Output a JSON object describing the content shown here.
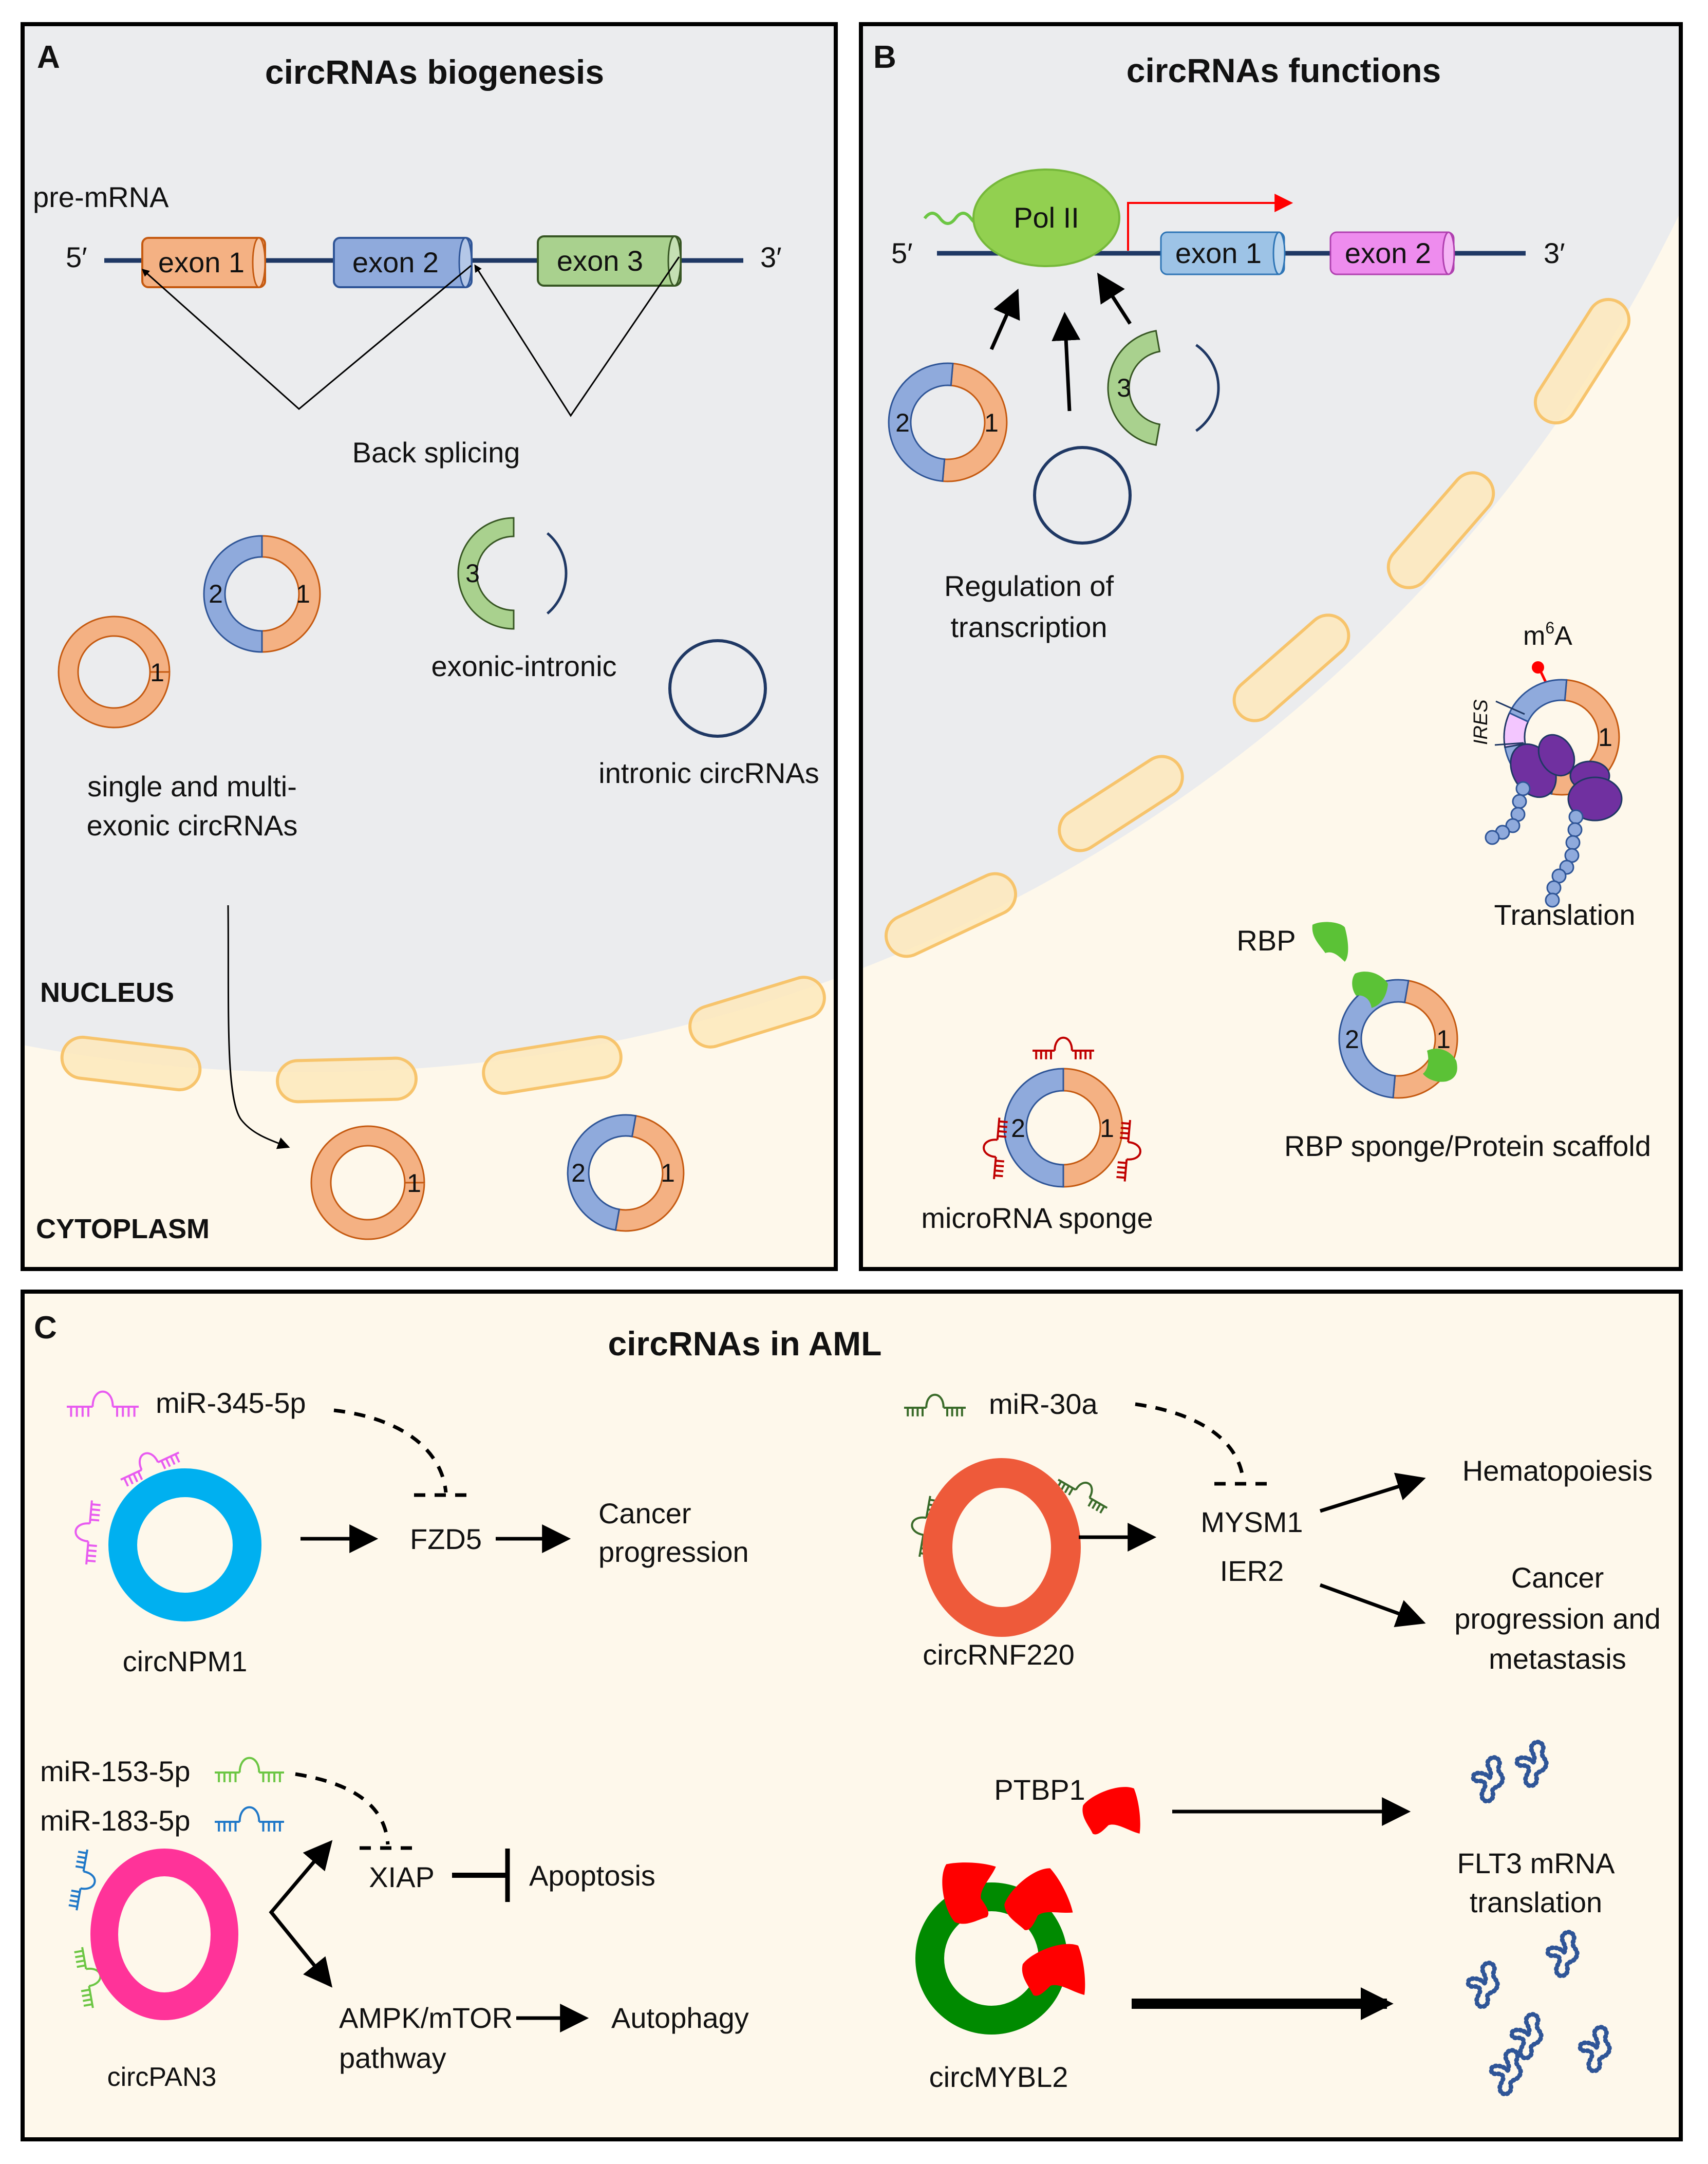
{
  "colors": {
    "nucleus": "#EBECEE",
    "cytoplasm": "#FEF8EB",
    "exon1": "#F4B183",
    "exon1_stroke": "#C55A11",
    "exon2": "#8FAADC",
    "exon2_stroke": "#2F5597",
    "exon3": "#A9D18E",
    "exon3_stroke": "#375623",
    "intron": "#1F3864",
    "membrane_fill": "#FDE9BE",
    "membrane_stroke": "#F7C46C",
    "pol2": "#92D050",
    "b_exon1": "#9DC3E6",
    "b_exon2": "#EE8CEE",
    "mirna_red": "#C00000",
    "rbp_green": "#5BC236",
    "ribosome": "#7030A0",
    "ires": "#F3C6FF",
    "peptide": "#8FAADC",
    "m6a_red": "#FF0000",
    "circNPM1": "#00B0F0",
    "circRNF220": "#EE5A3A",
    "circPAN3": "#FF3399",
    "circMYBL2": "#008A00",
    "ptbp1": "#FF0000",
    "mir345": "#E85BF0",
    "mir30a": "#3A6B2A",
    "mir153": "#6CC644",
    "mir183": "#1F78C8",
    "flt3_protein": "#2F5597"
  },
  "panel_a": {
    "letter": "A",
    "title": "circRNAs biogenesis",
    "pre_mrna_label": "pre-mRNA",
    "five_prime": "5′",
    "three_prime": "3′",
    "exons": [
      "exon 1",
      "exon 2",
      "exon 3"
    ],
    "back_splicing": "Back splicing",
    "ring_numbers": {
      "one": "1",
      "two": "2",
      "three": "3"
    },
    "exonic_intronic": "exonic-intronic",
    "single_multi_line1": "single and multi-",
    "single_multi_line2": "exonic circRNAs",
    "intronic": "intronic circRNAs",
    "nucleus": "NUCLEUS",
    "cytoplasm": "CYTOPLASM"
  },
  "panel_b": {
    "letter": "B",
    "title": "circRNAs functions",
    "pol2": "Pol II",
    "five_prime": "5′",
    "three_prime": "3′",
    "exons": [
      "exon 1",
      "exon 2"
    ],
    "regulation_line1": "Regulation of",
    "regulation_line2": "transcription",
    "m6a_base": "m",
    "m6a_sup": "6",
    "m6a_end": "A",
    "ires": "IRES",
    "translation": "Translation",
    "rbp": "RBP",
    "rbp_sponge": "RBP sponge/Protein scaffold",
    "microrna_sponge": "microRNA sponge",
    "ring_numbers": {
      "one": "1",
      "two": "2",
      "three": "3"
    }
  },
  "panel_c": {
    "letter": "C",
    "title": "circRNAs in AML",
    "npm1": {
      "name": "circNPM1",
      "mirna": "miR-345-5p",
      "target": "FZD5",
      "outcome_line1": "Cancer",
      "outcome_line2": "progression"
    },
    "rnf220": {
      "name": "circRNF220",
      "mirna": "miR-30a",
      "target1": "MYSM1",
      "target2": "IER2",
      "outcome1": "Hematopoiesis",
      "outcome2_line1": "Cancer",
      "outcome2_line2": "progression and",
      "outcome2_line3": "metastasis"
    },
    "pan3": {
      "name": "circPAN3",
      "mirna1": "miR-153-5p",
      "mirna2": "miR-183-5p",
      "target1": "XIAP",
      "outcome1": "Apoptosis",
      "target2_line1": "AMPK/mTOR",
      "target2_line2": "pathway",
      "outcome2": "Autophagy"
    },
    "mybl2": {
      "name": "circMYBL2",
      "protein": "PTBP1",
      "outcome_line1": "FLT3 mRNA",
      "outcome_line2": "translation"
    }
  }
}
